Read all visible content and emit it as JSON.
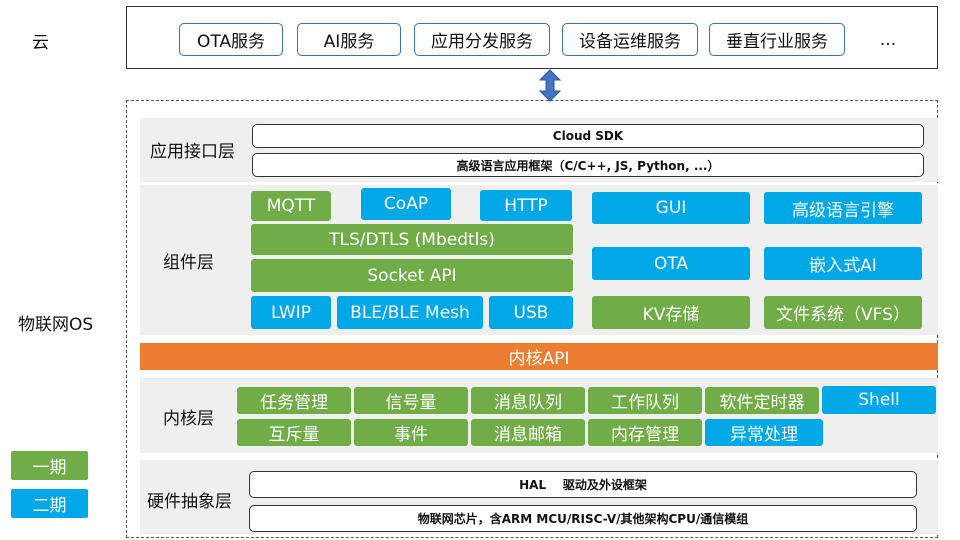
{
  "labels": {
    "cloud": "云",
    "os": "物联网OS"
  },
  "cloud_services": [
    "OTA服务",
    "AI服务",
    "应用分发服务",
    "设备运维服务",
    "垂直行业服务",
    "..."
  ],
  "layers": {
    "app": {
      "label": "应用接口层",
      "rows": [
        "Cloud SDK",
        "高级语言应用框架（C/C++, JS, Python, ...）"
      ]
    },
    "component": {
      "label": "组件层",
      "mqtt": "MQTT",
      "coap": "CoAP",
      "http": "HTTP",
      "tls": "TLS/DTLS (Mbedtls)",
      "socket": "Socket API",
      "lwip": "LWIP",
      "ble": "BLE/BLE Mesh",
      "usb": "USB",
      "gui": "GUI",
      "lang_engine": "高级语言引擎",
      "ota": "OTA",
      "embedded_ai": "嵌入式AI",
      "kv": "KV存储",
      "vfs": "文件系统（VFS）"
    },
    "kernel_api": "内核API",
    "kernel": {
      "label": "内核层",
      "row1": [
        "任务管理",
        "信号量",
        "消息队列",
        "工作队列",
        "软件定时器",
        "Shell"
      ],
      "row2": [
        "互斥量",
        "事件",
        "消息邮箱",
        "内存管理",
        "异常处理"
      ]
    },
    "hal": {
      "label": "硬件抽象层",
      "rows": [
        "HAL    驱动及外设框架",
        "物联网芯片，含ARM MCU/RISC-V/其他架构CPU/通信模组"
      ]
    }
  },
  "legend": [
    "一期",
    "二期"
  ],
  "colors": {
    "phase1": "#70ad47",
    "phase2": "#00a8e8",
    "kernel_api": "#ed7d31",
    "arrow": "#4472c4"
  }
}
